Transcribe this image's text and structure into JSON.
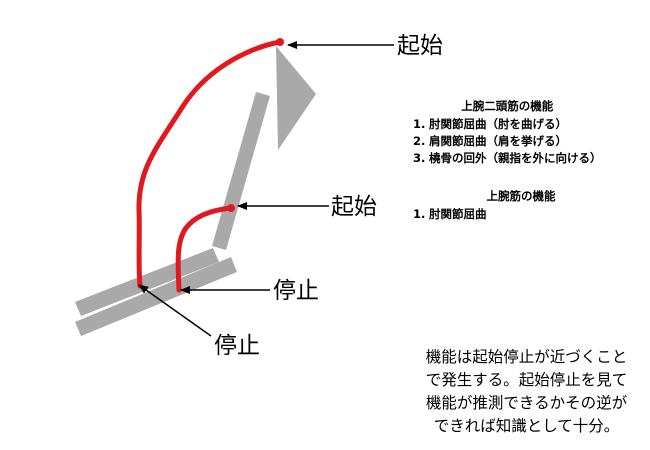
{
  "labels": {
    "origin_top": "起始",
    "origin_mid": "起始",
    "insertion_right": "停止",
    "insertion_bottom": "停止"
  },
  "biceps": {
    "title": "上腕二頭筋の機能",
    "items": [
      {
        "num": "1.",
        "text": "肘関節屈曲（肘を曲げる）"
      },
      {
        "num": "2.",
        "text": "肩関節屈曲（肩を挙げる）"
      },
      {
        "num": "3.",
        "text": "橈骨の回外（親指を外に向ける）"
      }
    ]
  },
  "brachialis": {
    "title": "上腕筋の機能",
    "items": [
      {
        "num": "1.",
        "text": "肘関節屈曲"
      }
    ]
  },
  "note": {
    "lines": [
      "機能は起始停止が近づくこと",
      "で発生する。起始停止を見て",
      "機能が推測できるかその逆が",
      "できれば知識として十分。"
    ]
  },
  "colors": {
    "bone": "#a9a9a9",
    "muscle": "#e0191e",
    "arrow": "#000000"
  }
}
